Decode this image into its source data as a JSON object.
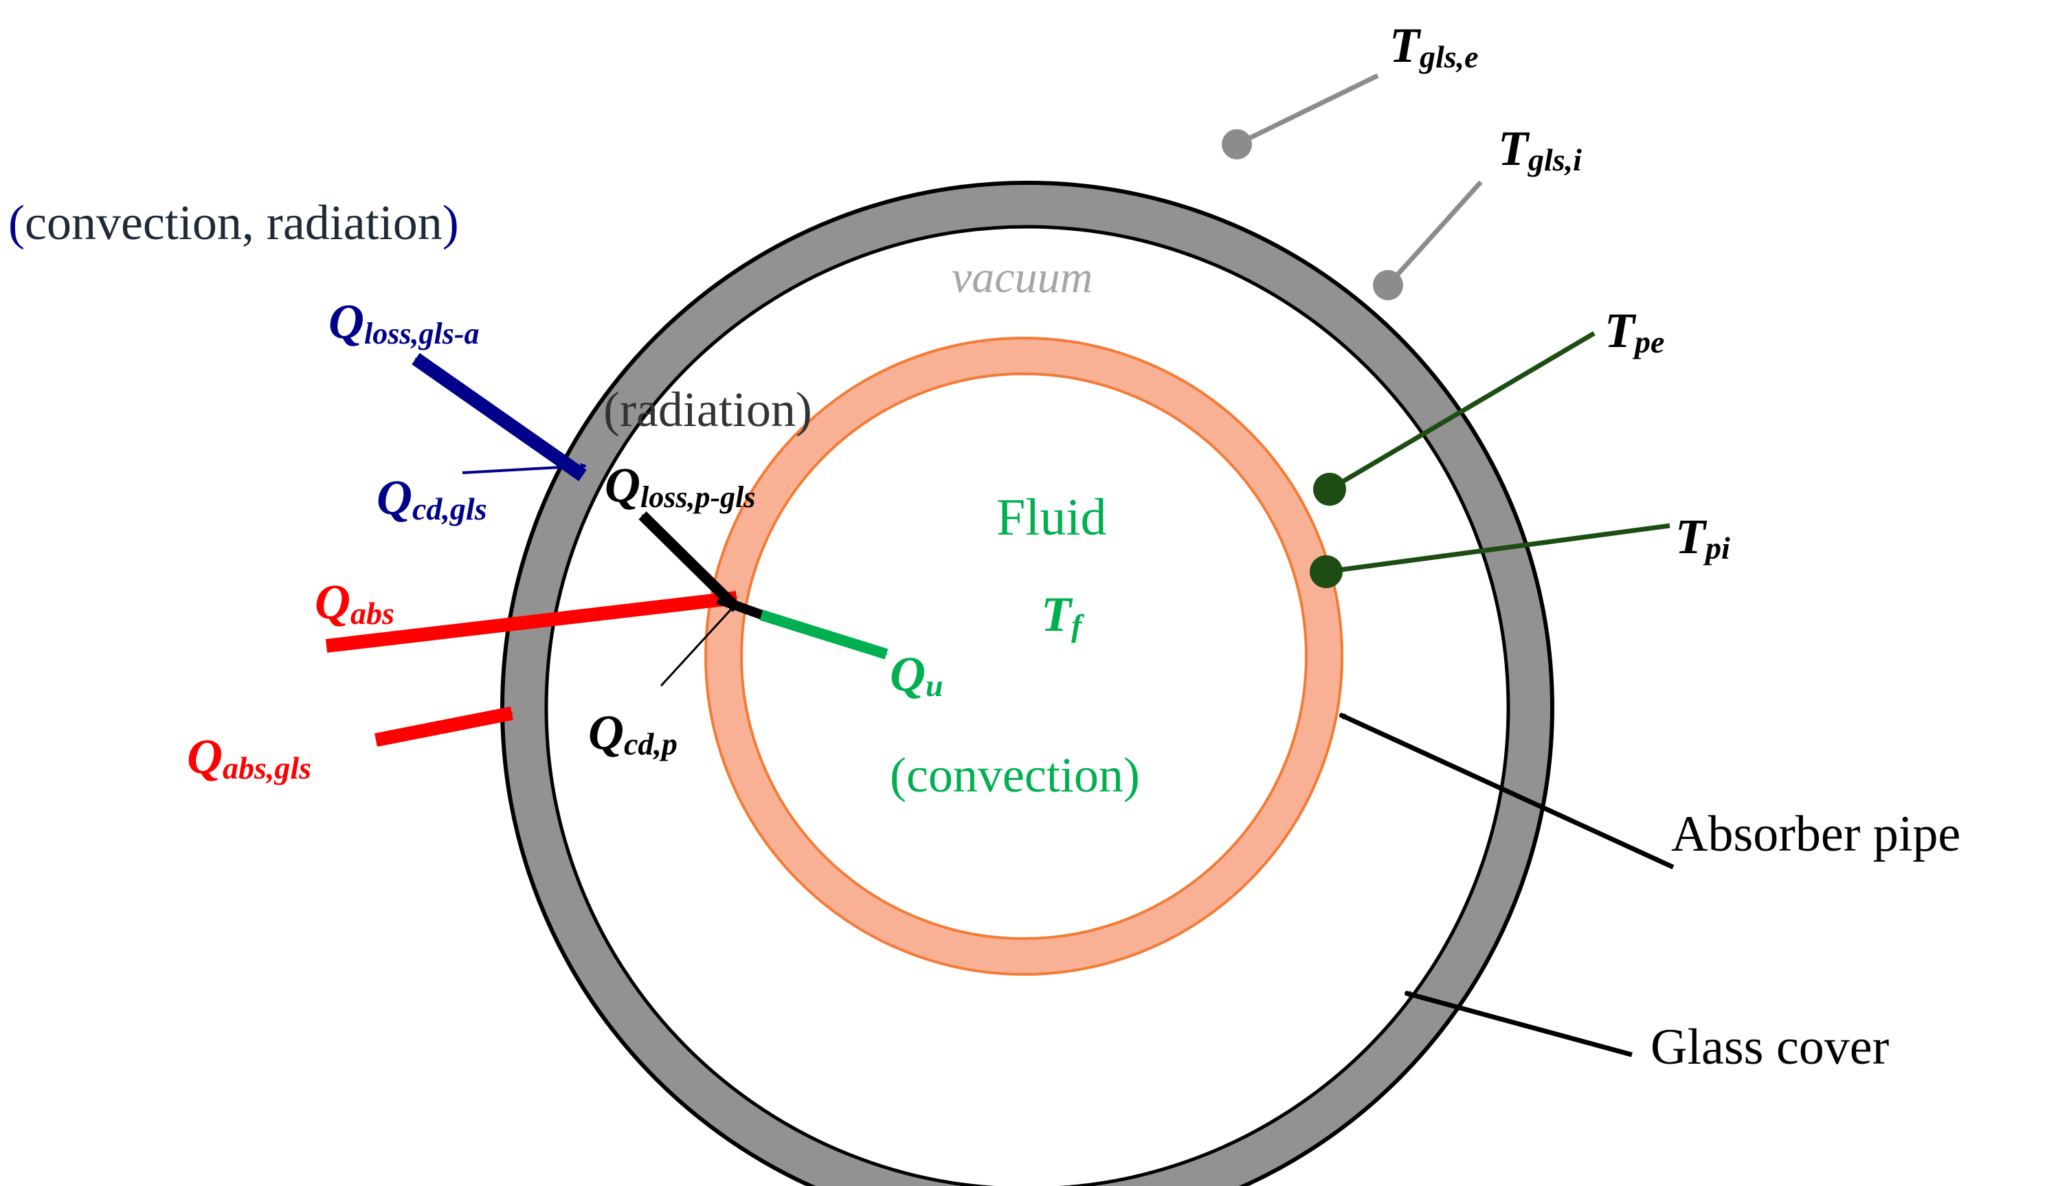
{
  "diagram": {
    "colors": {
      "glass": "#929292",
      "glass_dark": "#5a5a5a",
      "absorber_fill": "#f9b196",
      "absorber_edge": "#f47b35",
      "loss_blue": "#00008b",
      "heat_red": "#ff0000",
      "useful_green": "#00b050",
      "temp_green": "#1e4d14",
      "temp_gray": "#8c8c8c",
      "text_dark": "#1f2a36",
      "vacuum_gray": "#a6a6a6"
    },
    "labels": {
      "t_gls_e": {
        "main": "T",
        "sub": "gls,e"
      },
      "t_gls_i": {
        "main": "T",
        "sub": "gls,i"
      },
      "t_pe": {
        "main": "T",
        "sub": "pe"
      },
      "t_pi": {
        "main": "T",
        "sub": "pi"
      },
      "t_f": {
        "main": "T",
        "sub": "f"
      },
      "q_loss_gls_a": {
        "main": "Q",
        "sub": "loss,gls-a"
      },
      "q_cd_gls": {
        "main": "Q",
        "sub": "cd,gls"
      },
      "q_abs": {
        "main": "Q",
        "sub": "abs"
      },
      "q_abs_gls": {
        "main": "Q",
        "sub": "abs,gls"
      },
      "q_loss_p_gls": {
        "main": "Q",
        "sub": "loss,p-gls"
      },
      "q_cd_p": {
        "main": "Q",
        "sub": "cd,p"
      },
      "q_u": {
        "main": "Q",
        "sub": "u"
      },
      "convection_radiation": {
        "open": "(",
        "text": "convection, radiation",
        "close": ")"
      },
      "radiation": "(radiation)",
      "vacuum": "vacuum",
      "fluid": "Fluid",
      "convection": "(convection)",
      "absorber_pipe": "Absorber pipe",
      "glass_cover": "Glass cover"
    }
  }
}
